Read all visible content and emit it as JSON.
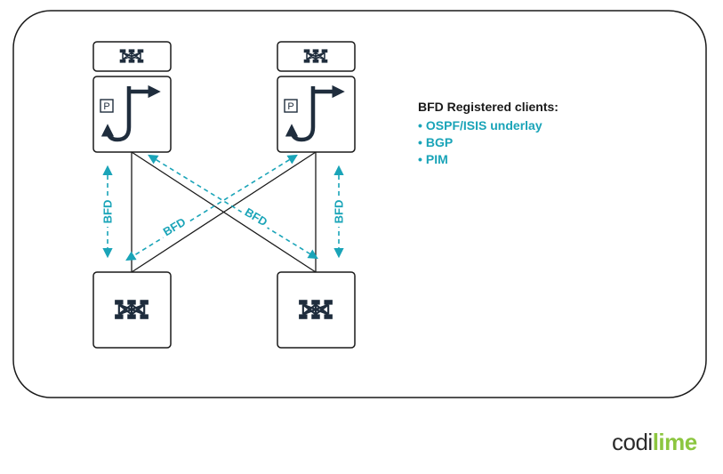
{
  "diagram": {
    "link_label": "BFD",
    "colors": {
      "accent": "#1aa4b8",
      "node_fill": "#ffffff",
      "node_stroke": "#1a1a1a",
      "icon_dark": "#1f2d3d",
      "frame": "#1a1a1a"
    },
    "router_badge": "P"
  },
  "legend": {
    "title": "BFD Registered clients:",
    "items": [
      "OSPF/ISIS underlay",
      "BGP",
      "PIM"
    ]
  },
  "brand": {
    "part1": "codi",
    "part2": "lime",
    "color": "#8cc63f"
  }
}
